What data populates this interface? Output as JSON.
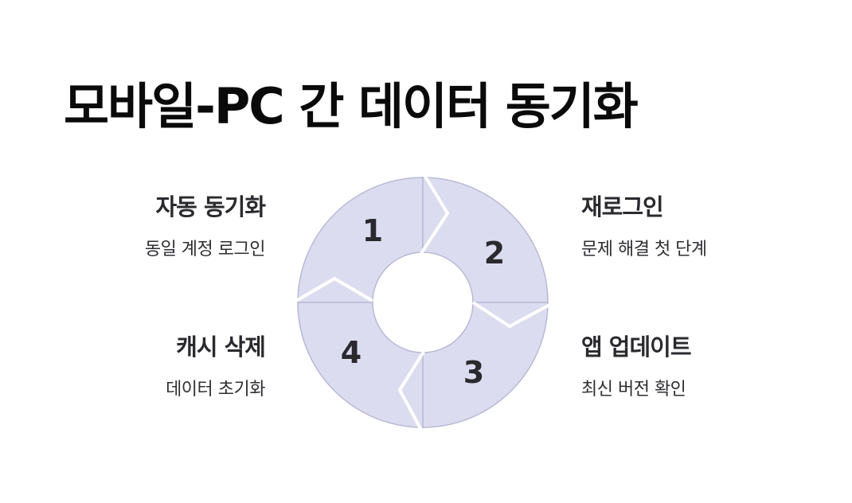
{
  "title": "모바일-PC 간 데이터 동기화",
  "steps": [
    {
      "number": "1",
      "title": "자동 동기화",
      "description": "동일 계정 로그인"
    },
    {
      "number": "2",
      "title": "재로그인",
      "description": "문제 해결 첫 단계"
    },
    {
      "number": "3",
      "title": "앱 업데이트",
      "description": "최신 버전 확인"
    },
    {
      "number": "4",
      "title": "캐시 삭제",
      "description": "데이터 초기화"
    }
  ],
  "colors": {
    "segment_fill": "#dcdcf0",
    "segment_stroke": "#b9b9d6",
    "text": "#2a2a2e"
  }
}
